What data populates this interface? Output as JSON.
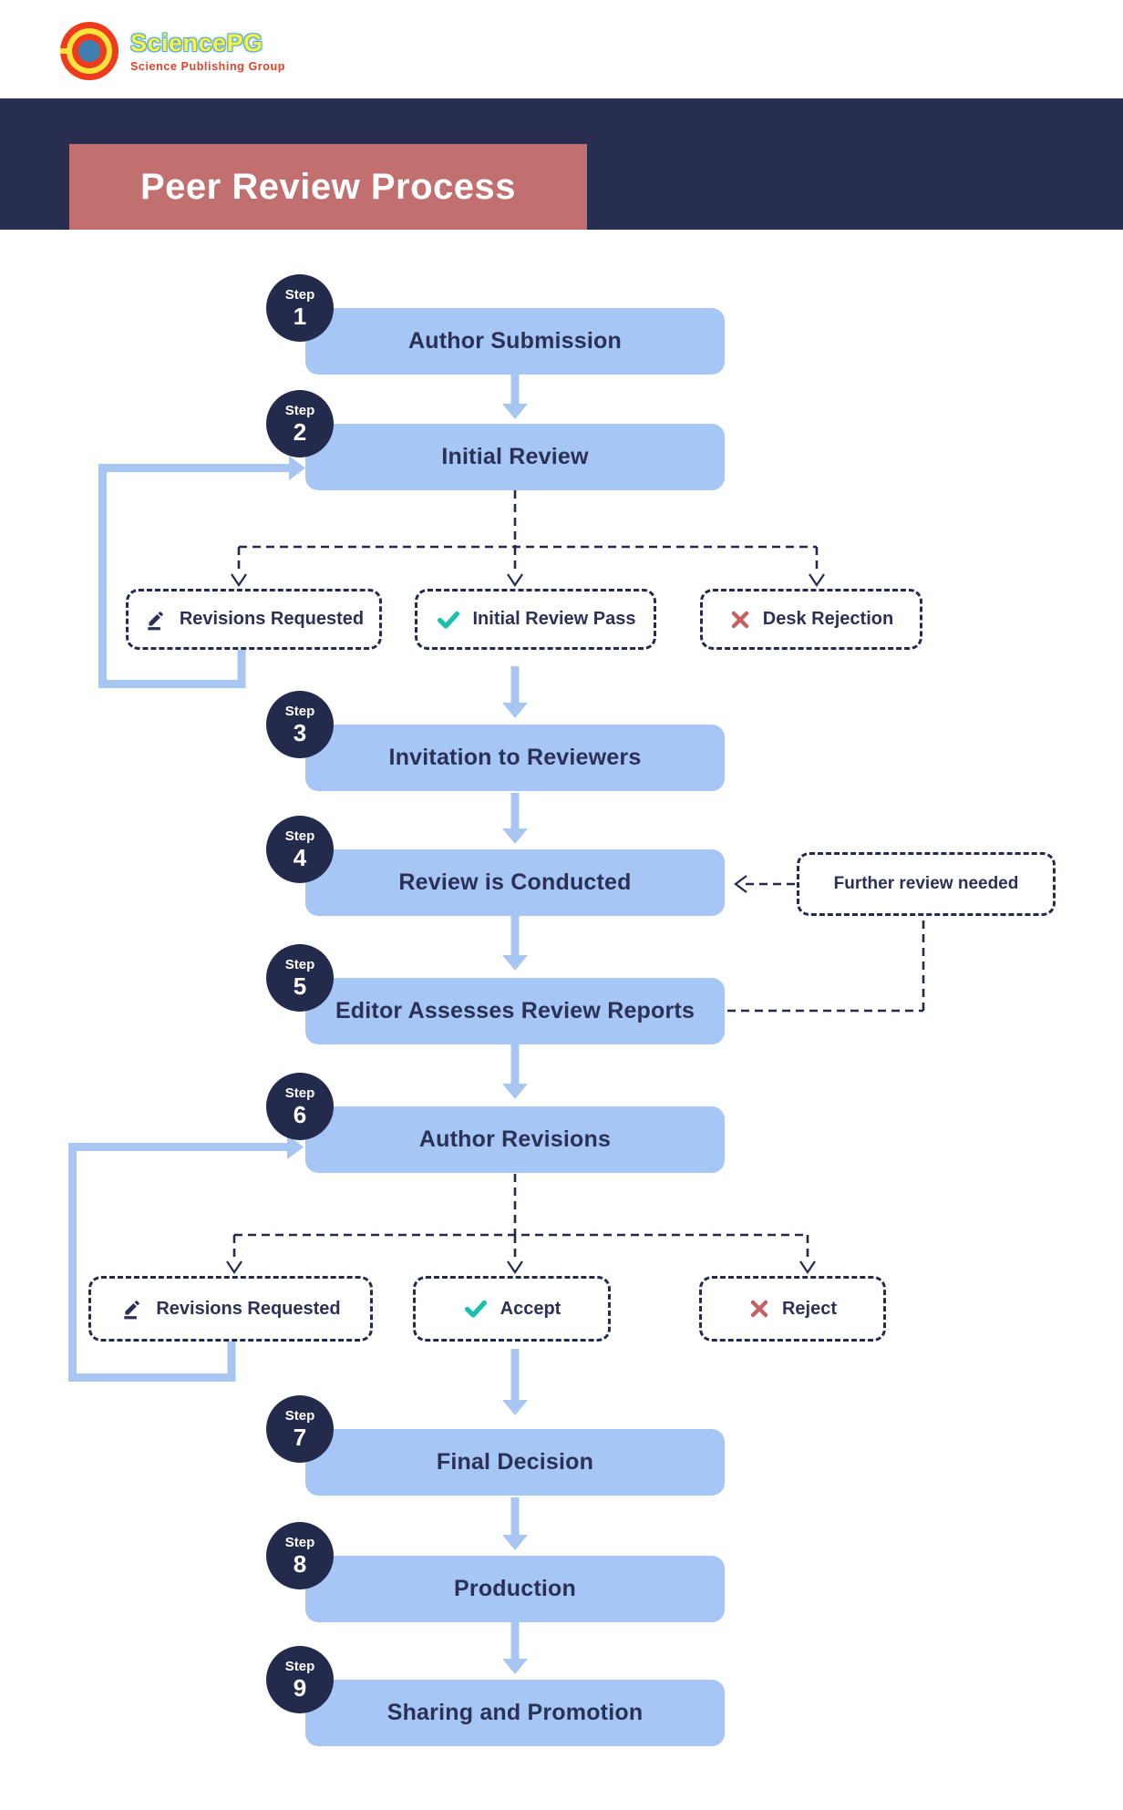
{
  "header": {
    "brand": "SciencePG",
    "tagline": "Science Publishing Group"
  },
  "banner": {
    "title": "Peer Review Process"
  },
  "steps": [
    {
      "step_label": "Step",
      "number": "1",
      "title": "Author Submission"
    },
    {
      "step_label": "Step",
      "number": "2",
      "title": "Initial Review"
    },
    {
      "step_label": "Step",
      "number": "3",
      "title": "Invitation to Reviewers"
    },
    {
      "step_label": "Step",
      "number": "4",
      "title": "Review is Conducted"
    },
    {
      "step_label": "Step",
      "number": "5",
      "title": "Editor Assesses Review Reports"
    },
    {
      "step_label": "Step",
      "number": "6",
      "title": "Author Revisions"
    },
    {
      "step_label": "Step",
      "number": "7",
      "title": "Final Decision"
    },
    {
      "step_label": "Step",
      "number": "8",
      "title": "Production"
    },
    {
      "step_label": "Step",
      "number": "9",
      "title": "Sharing and Promotion"
    }
  ],
  "initial_review_outcomes": [
    {
      "icon": "pencil-icon",
      "label": "Revisions Requested"
    },
    {
      "icon": "check-icon",
      "label": "Initial Review Pass"
    },
    {
      "icon": "x-icon",
      "label": "Desk Rejection"
    }
  ],
  "decision_outcomes": [
    {
      "icon": "pencil-icon",
      "label": "Revisions Requested"
    },
    {
      "icon": "check-icon",
      "label": "Accept"
    },
    {
      "icon": "x-icon",
      "label": "Reject"
    }
  ],
  "callout": {
    "label": "Further review needed"
  },
  "colors": {
    "navy_band": "#282e50",
    "title_salmon": "#c1706f",
    "box_blue": "#a6c6f5",
    "arrow_blue": "#a8c6f2",
    "text_navy": "#2b3156",
    "dash_navy": "#222b4e",
    "check_teal": "#1abfae",
    "reject_red": "#c2615f",
    "logo_yellow": "#f7f73a",
    "logo_red": "#e64026",
    "logo_blue": "#3f7fb0"
  }
}
